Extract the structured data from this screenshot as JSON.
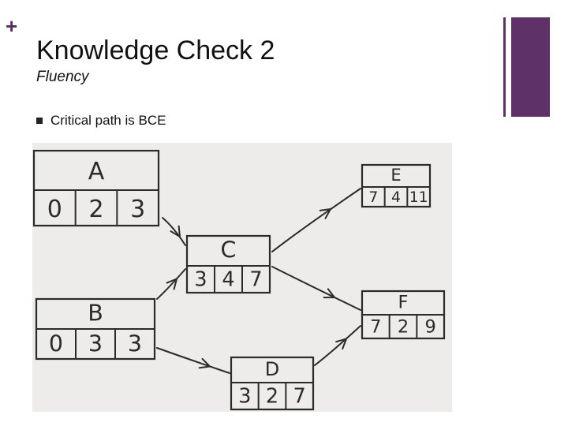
{
  "slide": {
    "plus_glyph": "+",
    "title": "Knowledge Check 2",
    "subtitle": "Fluency",
    "bullet": "Critical path is BCE"
  },
  "colors": {
    "accent": "#5f3169",
    "paper": "#eeecea",
    "ink": "#2b2b2b"
  },
  "diagram": {
    "nodes": [
      {
        "id": "A",
        "label": "A",
        "values": [
          "0",
          "2",
          "3"
        ]
      },
      {
        "id": "B",
        "label": "B",
        "values": [
          "0",
          "3",
          "3"
        ]
      },
      {
        "id": "C",
        "label": "C",
        "values": [
          "3",
          "4",
          "7"
        ]
      },
      {
        "id": "D",
        "label": "D",
        "values": [
          "3",
          "2",
          "7"
        ]
      },
      {
        "id": "E",
        "label": "E",
        "values": [
          "7",
          "4",
          "11"
        ]
      },
      {
        "id": "F",
        "label": "F",
        "values": [
          "7",
          "2",
          "9"
        ]
      }
    ],
    "edges": [
      {
        "from": "A",
        "to": "C"
      },
      {
        "from": "B",
        "to": "C"
      },
      {
        "from": "B",
        "to": "D"
      },
      {
        "from": "C",
        "to": "E"
      },
      {
        "from": "C",
        "to": "F"
      },
      {
        "from": "D",
        "to": "F"
      }
    ]
  }
}
